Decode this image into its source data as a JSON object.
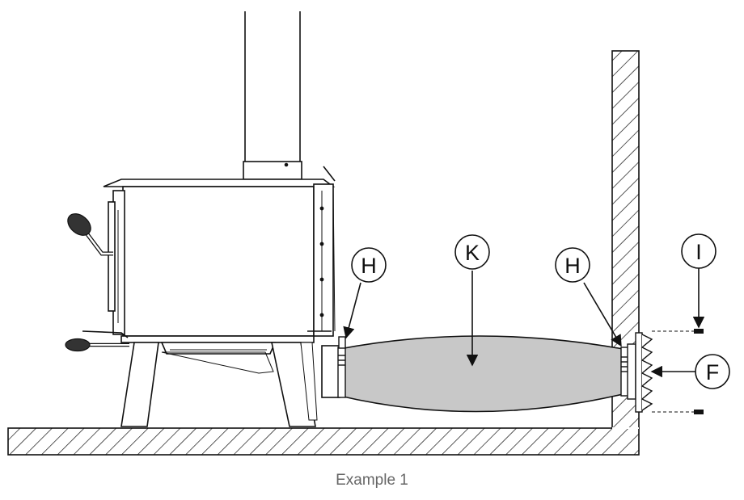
{
  "caption": "Example 1",
  "callouts": {
    "h_left": "H",
    "k": "K",
    "h_right": "H",
    "i": "I",
    "f": "F"
  },
  "colors": {
    "line": "#111111",
    "duct_fill": "#c8c8c8",
    "handle_fill": "#333333",
    "caption": "#666666"
  }
}
